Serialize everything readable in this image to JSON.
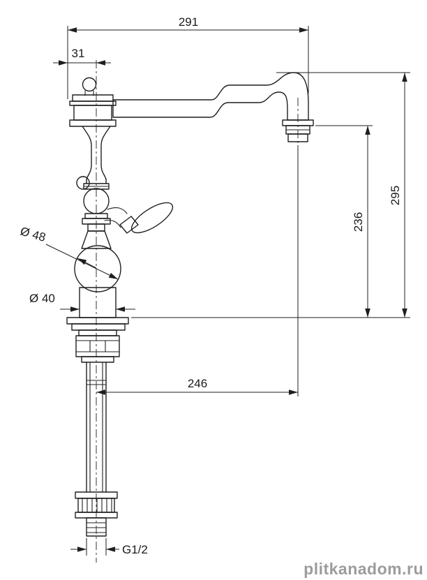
{
  "drawing": {
    "subject": "Single-lever kitchen faucet, side elevation technical drawing",
    "view": "side"
  },
  "dimensions": {
    "overall_reach": "291",
    "spout_axis_offset": "31",
    "overall_height": "295",
    "outlet_height": "236",
    "outlet_reach": "246",
    "body_diameter": "Ø 48",
    "base_diameter": "Ø 40",
    "inlet_thread": "G1/2"
  },
  "watermark": {
    "text": "plitkanadom.ru",
    "color": "#9c9c9c"
  },
  "style": {
    "line_color": "#1f1f1f",
    "background": "#ffffff"
  }
}
